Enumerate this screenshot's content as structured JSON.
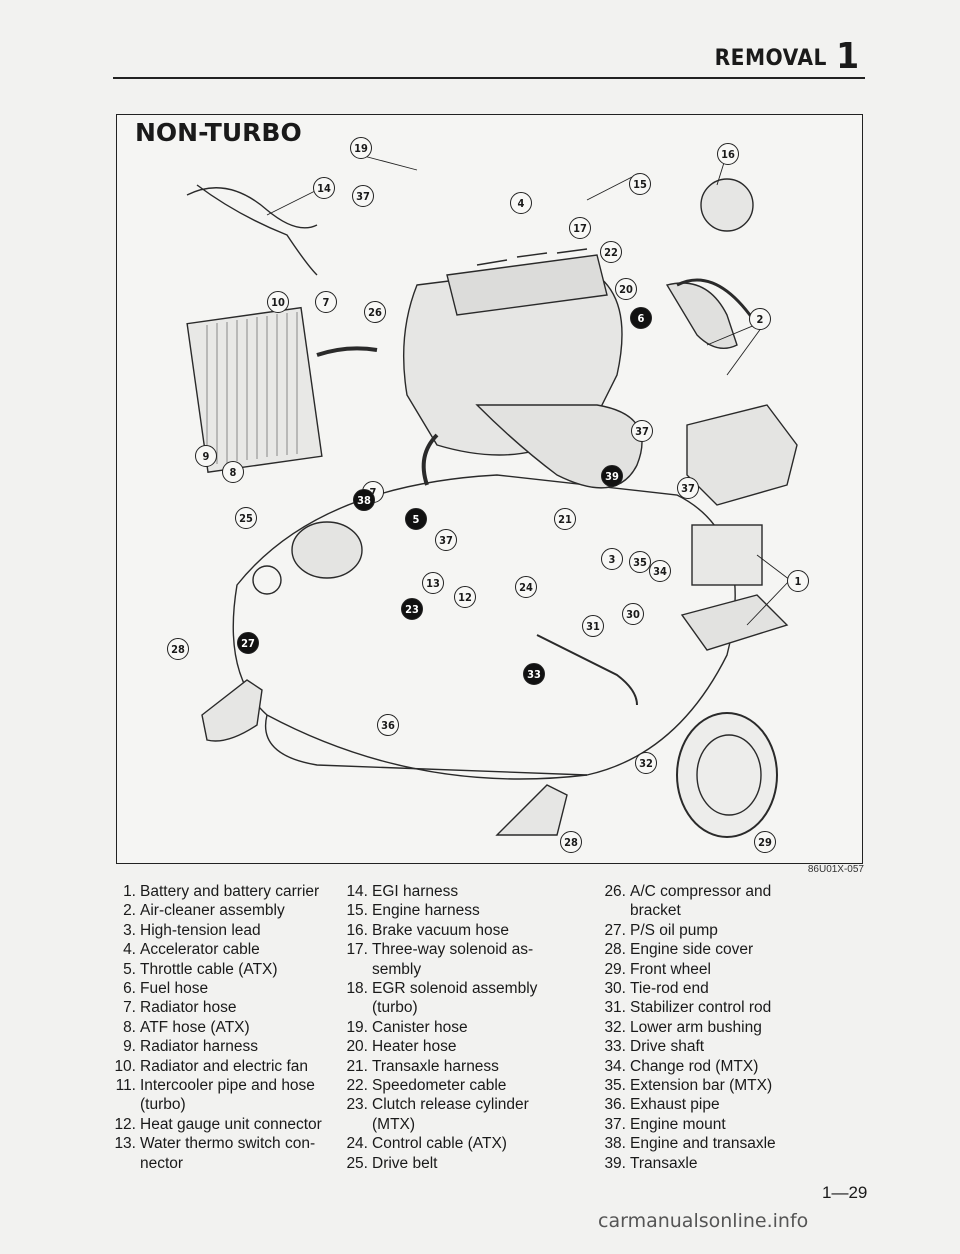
{
  "header": {
    "title": "REMOVAL",
    "chapter": "1"
  },
  "figure": {
    "title": "NON-TURBO",
    "code": "86U01X-057",
    "callouts": [
      {
        "label": "19",
        "filled": false
      },
      {
        "label": "16",
        "filled": false
      },
      {
        "label": "15",
        "filled": false
      },
      {
        "label": "14",
        "filled": false
      },
      {
        "label": "37",
        "filled": false
      },
      {
        "label": "4",
        "filled": false
      },
      {
        "label": "17",
        "filled": false
      },
      {
        "label": "22",
        "filled": false
      },
      {
        "label": "10",
        "filled": false
      },
      {
        "label": "7",
        "filled": false
      },
      {
        "label": "26",
        "filled": false
      },
      {
        "label": "20",
        "filled": false
      },
      {
        "label": "6",
        "filled": true
      },
      {
        "label": "2",
        "filled": false
      },
      {
        "label": "9",
        "filled": false
      },
      {
        "label": "8",
        "filled": false
      },
      {
        "label": "37",
        "filled": false
      },
      {
        "label": "39",
        "filled": true
      },
      {
        "label": "37",
        "filled": false
      },
      {
        "label": "7",
        "filled": false
      },
      {
        "label": "38",
        "filled": true
      },
      {
        "label": "25",
        "filled": false
      },
      {
        "label": "5",
        "filled": true
      },
      {
        "label": "37",
        "filled": false
      },
      {
        "label": "21",
        "filled": false
      },
      {
        "label": "3",
        "filled": false
      },
      {
        "label": "35",
        "filled": false
      },
      {
        "label": "34",
        "filled": false
      },
      {
        "label": "1",
        "filled": false
      },
      {
        "label": "13",
        "filled": false
      },
      {
        "label": "12",
        "filled": false
      },
      {
        "label": "24",
        "filled": false
      },
      {
        "label": "23",
        "filled": true
      },
      {
        "label": "28",
        "filled": false
      },
      {
        "label": "27",
        "filled": true
      },
      {
        "label": "31",
        "filled": false
      },
      {
        "label": "30",
        "filled": false
      },
      {
        "label": "33",
        "filled": true
      },
      {
        "label": "36",
        "filled": false
      },
      {
        "label": "32",
        "filled": false
      },
      {
        "label": "28",
        "filled": false
      },
      {
        "label": "29",
        "filled": false
      }
    ]
  },
  "legend": {
    "col1": [
      {
        "n": "1.",
        "t": "Battery and battery carrier"
      },
      {
        "n": "2.",
        "t": "Air-cleaner assembly"
      },
      {
        "n": "3.",
        "t": "High-tension lead"
      },
      {
        "n": "4.",
        "t": "Accelerator cable"
      },
      {
        "n": "5.",
        "t": "Throttle cable (ATX)"
      },
      {
        "n": "6.",
        "t": "Fuel hose"
      },
      {
        "n": "7.",
        "t": "Radiator hose"
      },
      {
        "n": "8.",
        "t": "ATF hose (ATX)"
      },
      {
        "n": "9.",
        "t": "Radiator harness"
      },
      {
        "n": "10.",
        "t": "Radiator and electric fan"
      },
      {
        "n": "11.",
        "t": "Intercooler pipe and hose\n(turbo)"
      },
      {
        "n": "12.",
        "t": "Heat gauge unit connector"
      },
      {
        "n": "13.",
        "t": "Water thermo switch con-\nnector"
      }
    ],
    "col2": [
      {
        "n": "14.",
        "t": "EGI harness"
      },
      {
        "n": "15.",
        "t": "Engine harness"
      },
      {
        "n": "16.",
        "t": "Brake vacuum hose"
      },
      {
        "n": "17.",
        "t": "Three-way solenoid as-\nsembly"
      },
      {
        "n": "18.",
        "t": "EGR solenoid assembly\n(turbo)"
      },
      {
        "n": "19.",
        "t": "Canister hose"
      },
      {
        "n": "20.",
        "t": "Heater hose"
      },
      {
        "n": "21.",
        "t": "Transaxle harness"
      },
      {
        "n": "22.",
        "t": "Speedometer cable"
      },
      {
        "n": "23.",
        "t": "Clutch release cylinder\n(MTX)"
      },
      {
        "n": "24.",
        "t": "Control cable (ATX)"
      },
      {
        "n": "25.",
        "t": "Drive belt"
      }
    ],
    "col3": [
      {
        "n": "26.",
        "t": "A/C compressor and\nbracket"
      },
      {
        "n": "27.",
        "t": "P/S oil pump"
      },
      {
        "n": "28.",
        "t": "Engine side cover"
      },
      {
        "n": "29.",
        "t": "Front wheel"
      },
      {
        "n": "30.",
        "t": "Tie-rod end"
      },
      {
        "n": "31.",
        "t": "Stabilizer control rod"
      },
      {
        "n": "32.",
        "t": "Lower arm bushing"
      },
      {
        "n": "33.",
        "t": "Drive shaft"
      },
      {
        "n": "34.",
        "t": "Change rod (MTX)"
      },
      {
        "n": "35.",
        "t": "Extension bar (MTX)"
      },
      {
        "n": "36.",
        "t": "Exhaust pipe"
      },
      {
        "n": "37.",
        "t": "Engine mount"
      },
      {
        "n": "38.",
        "t": "Engine and transaxle"
      },
      {
        "n": "39.",
        "t": "Transaxle"
      }
    ]
  },
  "footer": {
    "page_number": "1—29",
    "watermark": "carmanualsonline.info"
  }
}
